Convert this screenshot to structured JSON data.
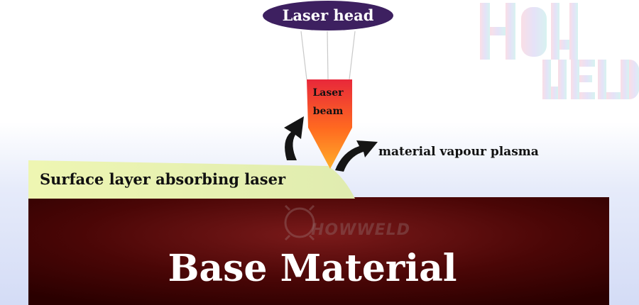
{
  "diagram": {
    "laser_head": "Laser head",
    "laser_beam": "Laser\nbeam",
    "plasma": "material vapour plasma",
    "surface_layer": "Surface layer absorbing laser",
    "base_material": "Base Material"
  },
  "watermarks": {
    "corner_logo": "HOW WELD",
    "center_logo": "HOWWELD"
  },
  "colors": {
    "laser_head_fill": "#3d2060",
    "beam_top": "#e8283a",
    "beam_bottom": "#ff8a1a",
    "surface_layer": "#e6f2a8",
    "base_material_dark": "#3a0000",
    "arrow": "#151515"
  }
}
